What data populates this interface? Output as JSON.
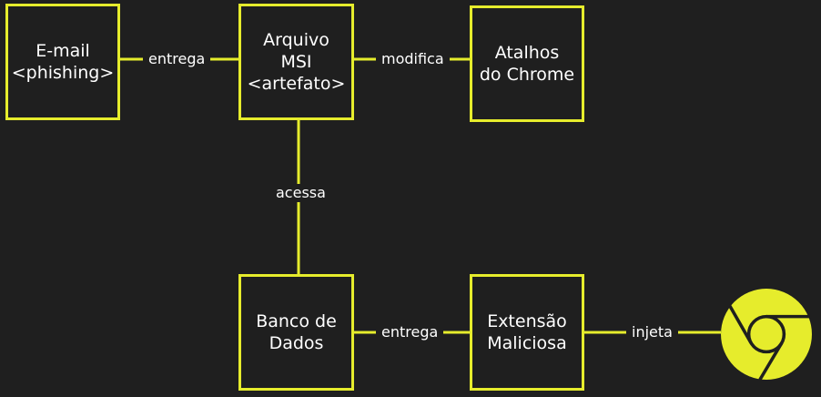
{
  "diagram": {
    "colors": {
      "background": "#1f1f1f",
      "accent": "#e6ec2c",
      "text": "#ffffff"
    },
    "nodes": {
      "email": "E-mail\n<phishing>",
      "msi": "Arquivo\nMSI\n<artefato>",
      "shortcuts": "Atalhos\ndo Chrome",
      "database": "Banco de\nDados",
      "extension": "Extensão\nMaliciosa",
      "browser_icon": "chrome-icon"
    },
    "edges": {
      "email_msi": "entrega",
      "msi_shortcuts": "modifica",
      "msi_database": "acessa",
      "database_extension": "entrega",
      "extension_browser": "injeta"
    }
  }
}
